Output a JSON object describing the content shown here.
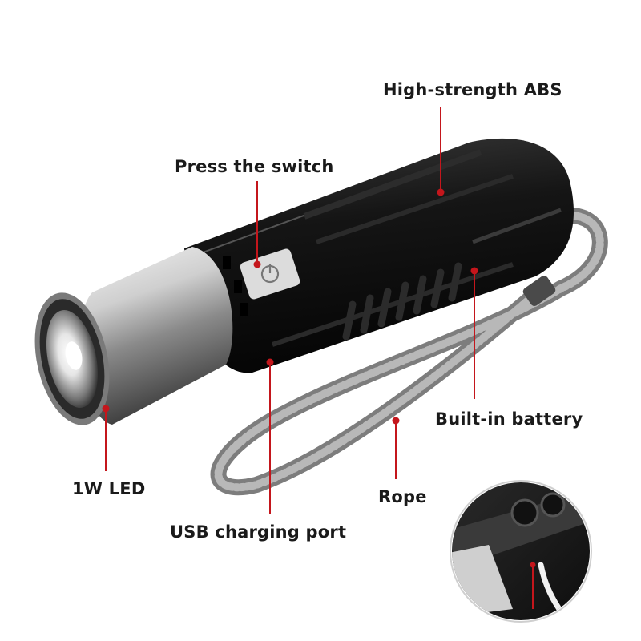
{
  "labels": {
    "high_strength_abs": "High-strength ABS",
    "press_switch": "Press the switch",
    "builtin_battery": "Built-in battery",
    "led": "1W LED",
    "rope": "Rope",
    "usb_port": "USB charging port"
  },
  "colors": {
    "callout_line": "#c4161c",
    "body_black": "#151515",
    "rope_gray": "#8c8c8c",
    "text": "#1a1a1a"
  },
  "icons": {
    "switch_button": "power-icon"
  }
}
